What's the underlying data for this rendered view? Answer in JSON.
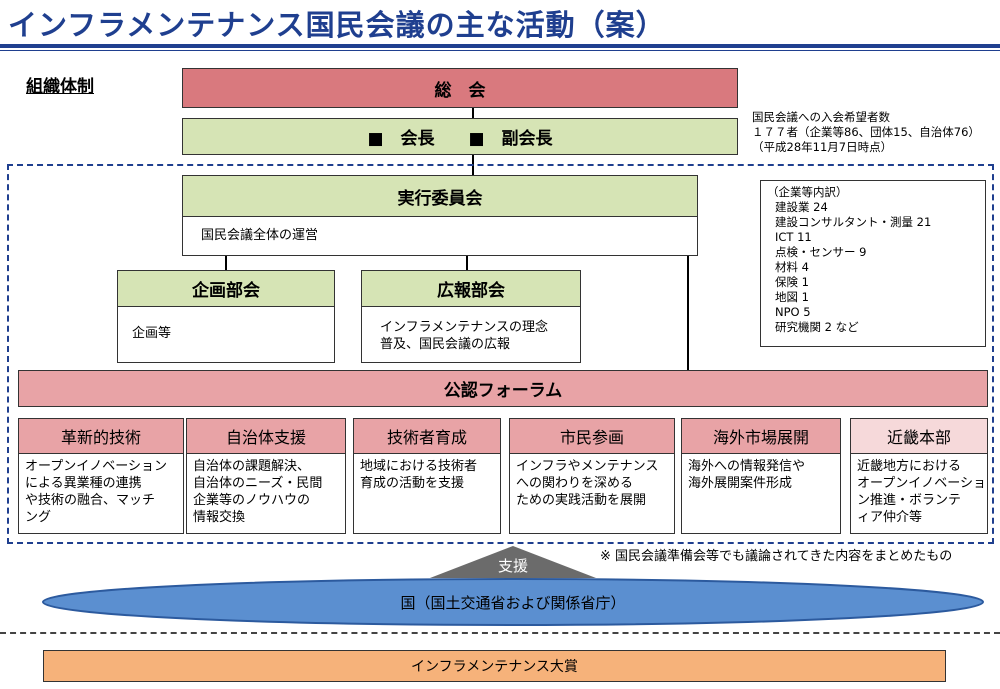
{
  "title": "インフラメンテナンス国民会議の主な活動（案）",
  "section_label": "組織体制",
  "general_meeting": "総　会",
  "chair_row": "■　会長　　■　副会長",
  "members_note": [
    "国民会議への入会希望者数",
    "１７７者（企業等86、団体15、自治体76）",
    "（平成28年11月7日時点）"
  ],
  "executive": {
    "label": "実行委員会",
    "desc": "国民会議全体の運営"
  },
  "planning": {
    "label": "企画部会",
    "desc": "企画等"
  },
  "pr": {
    "label": "広報部会",
    "desc": [
      "インフラメンテナンスの理念",
      "普及、国民会議の広報"
    ]
  },
  "breakdown": [
    "（企業等内訳）",
    "建設業 24",
    "建設コンサルタント・測量 21",
    "ICT 11",
    "点検・センサー 9",
    "材料 4",
    "保険 1",
    "地図 1",
    "NPO 5",
    "研究機関 2 など"
  ],
  "forum": "公認フォーラム",
  "forums": [
    {
      "label": "革新的技術",
      "desc": [
        "オープンイノベーション",
        "による異業種の連携",
        "や技術の融合、マッチ",
        "ング"
      ]
    },
    {
      "label": "自治体支援",
      "desc": [
        "自治体の課題解決、",
        "自治体のニーズ・民間",
        "企業等のノウハウの",
        "情報交換"
      ]
    },
    {
      "label": "技術者育成",
      "desc": [
        "地域における技術者",
        "育成の活動を支援"
      ]
    },
    {
      "label": "市民参画",
      "desc": [
        "インフラやメンテナンス",
        "への関わりを深める",
        "ための実践活動を展開"
      ]
    },
    {
      "label": "海外市場展開",
      "desc": [
        "海外への情報発信や",
        "海外展開案件形成"
      ]
    },
    {
      "label": "近畿本部",
      "desc": [
        "近畿地方における",
        "オープンイノベーショ",
        "ン推進・ボランテ",
        "ィア仲介等"
      ]
    }
  ],
  "footnote": "※ 国民会議準備会等でも議論されてきた内容をまとめたもの",
  "support": "支援",
  "government": "国（国土交通省および関係省庁）",
  "award": "インフラメンテナンス大賞",
  "colors": {
    "title": "#1f3f8f",
    "pink": "#e8a3a6",
    "green": "#d6e4b5",
    "ellipse": "#5b8fd0",
    "award": "#f6b27a"
  }
}
